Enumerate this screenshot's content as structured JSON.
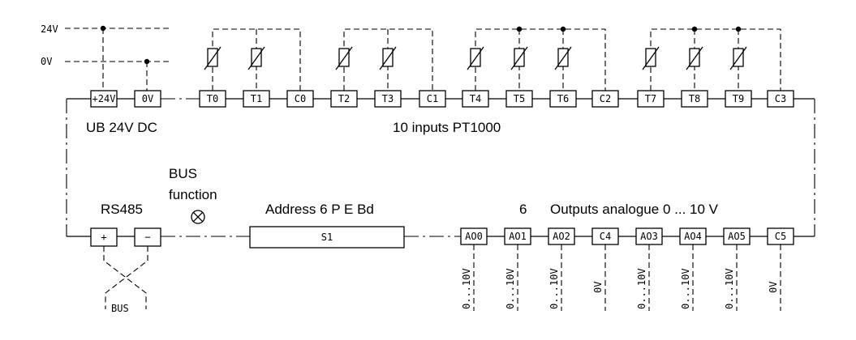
{
  "rails": {
    "v24": "24V",
    "v0": "0V"
  },
  "power": {
    "t24": "+24V",
    "t0": "0V",
    "caption": "UB 24V DC"
  },
  "inputs": {
    "caption": "10 inputs PT1000",
    "terminals": [
      "T0",
      "T1",
      "C0",
      "T2",
      "T3",
      "C1",
      "T4",
      "T5",
      "T6",
      "C2",
      "T7",
      "T8",
      "T9",
      "C3"
    ]
  },
  "bus": {
    "title": "RS485",
    "plus": "+",
    "minus": "−",
    "bus_label": "BUS",
    "function_line1": "BUS",
    "function_line2": "function",
    "indicator": "⊗"
  },
  "address": {
    "caption": "Address  6  P  E  Bd",
    "switch": "S1"
  },
  "outputs": {
    "count": "6",
    "caption": "Outputs analogue  0 ... 10 V",
    "terminals": [
      "AO0",
      "AO1",
      "AO2",
      "C4",
      "AO3",
      "AO4",
      "AO5",
      "C5"
    ],
    "signals": [
      "0...10V",
      "0...10V",
      "0...10V",
      "0V",
      "0...10V",
      "0...10V",
      "0...10V",
      "0V"
    ]
  }
}
